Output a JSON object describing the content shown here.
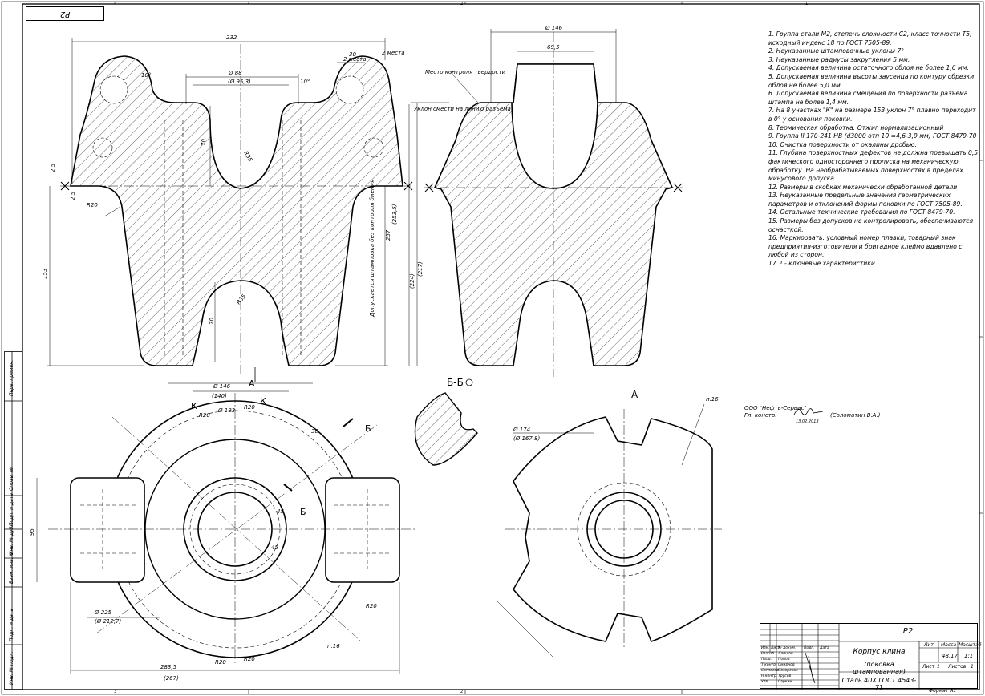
{
  "sheet": {
    "corner_code": "Р2",
    "format": "Формат  А1",
    "zone_numbers": [
      "4",
      "3",
      "2",
      "1"
    ]
  },
  "view_labels": {
    "section": "Б-Б",
    "view_a_arrow": "А",
    "view_a_title": "А",
    "cut_b1": "Б",
    "cut_b2": "Б",
    "k1": "К",
    "k2": "К"
  },
  "dimensions": {
    "d232": "232",
    "d30": "30",
    "places2a": "2 места",
    "places2b": "2 места",
    "d88": "Ø 88",
    "d95": "(Ø 95,3)",
    "d146top": "Ø 146",
    "d69": "69,5",
    "d70a": "70",
    "d70b": "70",
    "d153": "153",
    "d257": "257",
    "d253": "(253,5)",
    "d224": "(224)",
    "d217": "(217)",
    "d146bot": "Ø 146",
    "d140": "(140)",
    "r20": "R20",
    "r35a": "R35",
    "r35b": "R35",
    "d10a": "10°",
    "d10b": "10°",
    "d25a": "2,5",
    "d25b": "2,5",
    "d95v": "95",
    "d225": "Ø 225",
    "d2127": "(Ø 212,7)",
    "d2835": "283,5",
    "d267": "(267)",
    "d174": "Ø 174",
    "d1678": "(Ø 167,8)",
    "d183": "Ø 183",
    "d45a": "45",
    "d45b": "45",
    "d30b": "30",
    "p16a": "п.16",
    "p16b": "п.16"
  },
  "annotations": {
    "hardness": "Место контроля твердости",
    "slope": "Уклон смести на линию разъема",
    "vertical_note": "Допускается штамповка без контроля биения"
  },
  "notes": [
    "1. Группа стали М2, степень сложности С2, класс точности Т5, исходный индекс 18 по ГОСТ 7505-89.",
    "2. Неуказанные штамповочные уклоны 7°",
    "3. Неуказанные радиусы закругления 5 мм.",
    "4. Допускаемая величина остаточного облоя не более 1,6 мм.",
    "5. Допускаемая величина высоты заусенца по контуру обрезки облоя не более 5,0 мм.",
    "6. Допускаемая величина смещения по поверхности разъема штампа не более 1,4 мм.",
    "7.  На 8 участках \"К\" на размере 153 уклон 7° плавно переходит в 0° у основания поковки.",
    "8. Термическая обработка:  Отжиг нормализационный",
    "9. Группа II  170-241 НВ (d3000 отп 10 =4,6-3,9 мм) ГОСТ 8479-70",
    "10. Очистка поверхности от окалины дробью.",
    "11. Глубина поверхностных дефектов не должна превышать 0,5 фактического  одностороннего пропуска на механическую обработку. На необрабатываемых поверхностях в пределах минусового допуска.",
    "12. Размеры в скобках механически обработанной детали",
    "13. Неуказанные предельные значения геометрических параметров и отклонений формы поковки по ГОСТ 7505-89.",
    "14. Остальные технические требования по ГОСТ 8479-70.",
    "15. Размеры без допусков не контролировать, обеспечиваются оснасткой.",
    "16. Маркировать: условный номер плавки, товарный знак предприятия-изготовителя и бригадное клеймо вдавлено с любой из сторон.",
    "17. ! - ключевые характеристики"
  ],
  "signature": {
    "company": "ООО \"Нефть-Сервис\"",
    "role": "Гл. констр.",
    "name": "(Соломатин В.А.)",
    "date": "13.02.2013"
  },
  "title_block": {
    "code": "Р2",
    "name1": "Корпус клина",
    "name2": "(поковка штампованная)",
    "material": "Сталь 40Х ГОСТ 4543-71",
    "lit": "Лит.",
    "mass_label": "Масса",
    "scale_label": "Масштаб",
    "mass": "48,17",
    "scale": "1:1",
    "sheet_label": "Лист",
    "sheet_no": "1",
    "sheets_label": "Листов",
    "sheets_no": "1",
    "rows": [
      "Изм.",
      "Разраб.",
      "Пров.",
      "Т.контр.",
      "Согласов.",
      "Н.контр.",
      "Утв."
    ],
    "cols": [
      "Лист",
      "№ докум.",
      "Подп.",
      "Дата"
    ],
    "people": [
      "Лапшов",
      "Попов",
      "Смирнов",
      "Позорское",
      "Трусов",
      "Саркин"
    ]
  },
  "side_stamp": {
    "perv": "Перв. примен.",
    "sprav": "Справ. №",
    "podp1": "Подп. и дата",
    "inv_dubl": "Инв. № дубл.",
    "vzam": "Взам. инв. №",
    "podp2": "Подп. и дата",
    "inv_podl": "Инв. № подл."
  }
}
